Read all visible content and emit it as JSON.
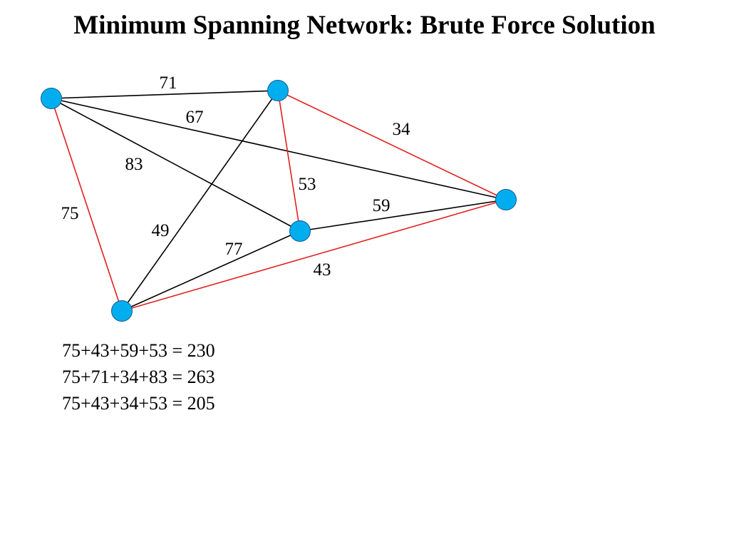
{
  "title": "Minimum Spanning Network: Brute Force Solution",
  "colors": {
    "node_fill": "#00aeef",
    "node_stroke": "#1a5a8a",
    "edge_default": "#000000",
    "edge_highlight": "#e41e1e"
  },
  "network": {
    "nodes": [
      {
        "id": "A"
      },
      {
        "id": "B"
      },
      {
        "id": "C"
      },
      {
        "id": "D"
      },
      {
        "id": "E"
      }
    ],
    "edges": [
      {
        "from": "A",
        "to": "B",
        "weight": "71",
        "highlight": false
      },
      {
        "from": "A",
        "to": "C",
        "weight": "67",
        "highlight": false
      },
      {
        "from": "B",
        "to": "C",
        "weight": "34",
        "highlight": true
      },
      {
        "from": "A",
        "to": "E",
        "weight": "83",
        "highlight": false
      },
      {
        "from": "B",
        "to": "E",
        "weight": "53",
        "highlight": true
      },
      {
        "from": "E",
        "to": "C",
        "weight": "59",
        "highlight": false
      },
      {
        "from": "A",
        "to": "D",
        "weight": "75",
        "highlight": true
      },
      {
        "from": "B",
        "to": "D",
        "weight": "49",
        "highlight": false
      },
      {
        "from": "D",
        "to": "E",
        "weight": "77",
        "highlight": false
      },
      {
        "from": "D",
        "to": "C",
        "weight": "43",
        "highlight": true
      }
    ]
  },
  "sums": [
    "75+43+59+53 = 230",
    "75+71+34+83 = 263",
    "75+43+34+53 = 205"
  ]
}
